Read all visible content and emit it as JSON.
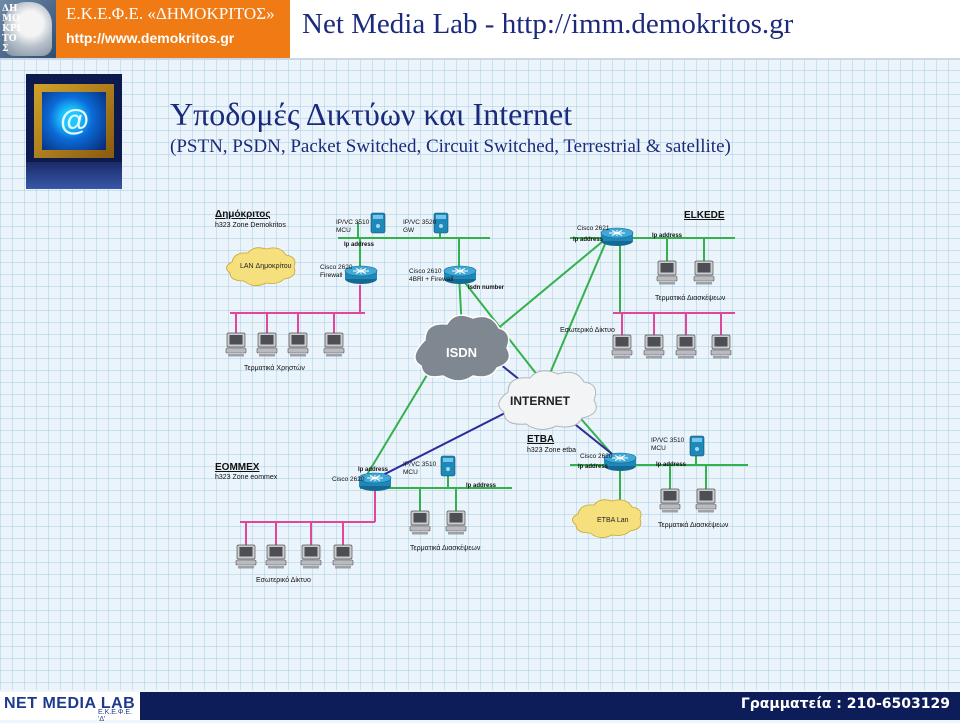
{
  "header": {
    "org_name": "Ε.Κ.Ε.Φ.Ε. «ΔΗΜΟΚΡΙΤΟΣ»",
    "org_url": "http://www.demokritos.gr",
    "logo_letters": [
      "ΔΗ",
      "ΜΟ",
      "ΚΡΙ",
      "ΤΟ",
      "Σ"
    ],
    "lab_title": "Net Media Lab - http://imm.demokritos.gr"
  },
  "slide": {
    "title": "Υποδομές Δικτύων και Internet",
    "subtitle": "(PSTN, PSDN, Packet Switched, Circuit Switched, Terrestrial & satellite)"
  },
  "diagram": {
    "nodes": {
      "demokritos_title": "Δημόκριτος",
      "demokritos_zone": "h323 Zone Demokritos",
      "mcu_demokritos": [
        "IP/VC 3510",
        "MCU"
      ],
      "gw_demokritos": [
        "IP/VC 3520",
        "GW"
      ],
      "ip_address_1": "Ip address",
      "lan_demokritos": "LAN Δημοκρίτου",
      "cisco_2620_firewall": [
        "Cisco 2620",
        "Firewall"
      ],
      "cisco_2610": [
        "Cisco 2610",
        "4BRI + Firewall"
      ],
      "isdn_number": "Isdn number",
      "users_terminals": "Τερματικά Χρηστών",
      "isdn_cloud": "ISDN",
      "internet_cloud": "INTERNET",
      "cisco_2621_elkede": "Cisco 2621",
      "ip_address_elkede": "Ip address",
      "ip_address_elkede_2": "Ip address",
      "elkede_title": "ELKEDE",
      "elkede_terminals": "Τερματικά Διασκέψεων",
      "internal_network_elkede": "Εσωτερικό Δίκτυο",
      "etba_title": "ETBA",
      "etba_zone": "h323 Zone etba",
      "cisco_2620_etba": "Cisco 2620",
      "ip_address_etba": "Ip address",
      "ip_address_etba_2": "Ip address",
      "mcu_etba": [
        "IP/VC 3510",
        "MCU"
      ],
      "etba_lan": "ETBA Lan",
      "etba_terminals": "Τερματικά Διασκέψεων",
      "eommex_title": "EOMMEX",
      "eommex_zone": "h323 Zone eommex",
      "cisco_2620_eommex": "Cisco 2620",
      "ip_address_eommex": "Ip address",
      "ip_address_eommex_2": "Ip address",
      "mcu_eommex": [
        "IP/VC 3510",
        "MCU"
      ],
      "eommex_terminals": "Τερματικά Διασκέψεων",
      "internal_network_eommex": "Εσωτερικό Δίκτυο"
    },
    "colors": {
      "lan_bus": "#e0479a",
      "backbone": "#33b14c",
      "isdn_link": "#2e2a9a",
      "router": "#1e88b8",
      "cloud_lan": "#f6e07d"
    }
  },
  "footer": {
    "logo_text": "NET MEDIA LAB",
    "logo_sub": "Ε.Κ.Ε.Φ.Ε. 'Δ'",
    "phone": "Γραμματεία : 210-6503129"
  }
}
